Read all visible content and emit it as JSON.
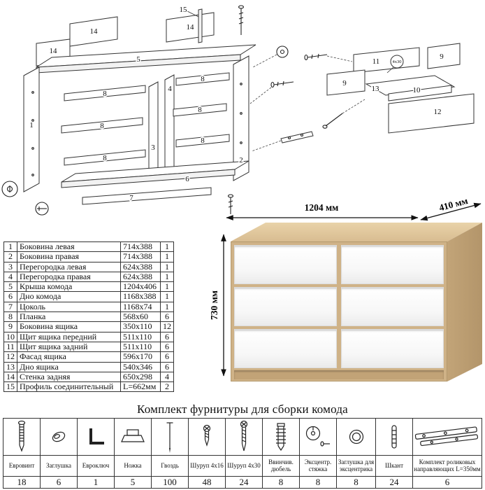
{
  "diagram": {
    "main_labels": [
      "15",
      "14",
      "14",
      "14",
      "5",
      "1",
      "4",
      "3",
      "2",
      "8",
      "8",
      "8",
      "8",
      "8",
      "8",
      "6",
      "7"
    ],
    "drawer_labels": [
      "11",
      "4x30",
      "9",
      "9",
      "13",
      "10",
      "12"
    ]
  },
  "render": {
    "dim_width": "1204 мм",
    "dim_depth": "410 мм",
    "dim_height": "730 мм"
  },
  "parts_table": {
    "rows": [
      {
        "n": "1",
        "name": "Боковина левая",
        "size": "714x388",
        "qty": "1"
      },
      {
        "n": "2",
        "name": "Боковина правая",
        "size": "714x388",
        "qty": "1"
      },
      {
        "n": "3",
        "name": "Перегородка левая",
        "size": "624x388",
        "qty": "1"
      },
      {
        "n": "4",
        "name": "Перегородка правая",
        "size": "624x388",
        "qty": "1"
      },
      {
        "n": "5",
        "name": "Крыша комода",
        "size": "1204x406",
        "qty": "1"
      },
      {
        "n": "6",
        "name": "Дно комода",
        "size": "1168x388",
        "qty": "1"
      },
      {
        "n": "7",
        "name": "Цоколь",
        "size": "1168x74",
        "qty": "1"
      },
      {
        "n": "8",
        "name": "Планка",
        "size": "568x60",
        "qty": "6"
      },
      {
        "n": "9",
        "name": "Боковина ящика",
        "size": "350x110",
        "qty": "12"
      },
      {
        "n": "10",
        "name": "Щит ящика передний",
        "size": "511x110",
        "qty": "6"
      },
      {
        "n": "11",
        "name": "Щит ящика задний",
        "size": "511x110",
        "qty": "6"
      },
      {
        "n": "12",
        "name": "Фасад ящика",
        "size": "596x170",
        "qty": "6"
      },
      {
        "n": "13",
        "name": "Дно ящика",
        "size": "540x346",
        "qty": "6"
      },
      {
        "n": "14",
        "name": "Стенка задняя",
        "size": "650x298",
        "qty": "4"
      },
      {
        "n": "15",
        "name": "Профиль соединительный",
        "size": "L=662мм",
        "qty": "2"
      }
    ]
  },
  "hardware": {
    "title": "Комплект фурнитуры для сборки комода",
    "items": [
      {
        "name": "Евровинт",
        "qty": "18",
        "icon": "confirmat-screw-icon"
      },
      {
        "name": "Заглушка",
        "qty": "6",
        "icon": "cap-icon"
      },
      {
        "name": "Евроключ",
        "qty": "1",
        "icon": "hex-key-icon"
      },
      {
        "name": "Ножка",
        "qty": "5",
        "icon": "foot-icon"
      },
      {
        "name": "Гвоздь",
        "qty": "100",
        "icon": "nail-icon"
      },
      {
        "name": "Шуруп 4x16",
        "qty": "48",
        "icon": "screw-4x16-icon"
      },
      {
        "name": "Шуруп 4x30",
        "qty": "24",
        "icon": "screw-4x30-icon"
      },
      {
        "name": "Ввинчив. дюбель",
        "qty": "8",
        "icon": "threaded-dowel-icon"
      },
      {
        "name": "Эксцентр. стяжка",
        "qty": "8",
        "icon": "cam-lock-icon"
      },
      {
        "name": "Заглушка для эксцентрика",
        "qty": "8",
        "icon": "cam-cap-icon"
      },
      {
        "name": "Шкант",
        "qty": "24",
        "icon": "wooden-dowel-icon"
      },
      {
        "name": "Комплект роликовых направляющих L=350мм",
        "qty": "6",
        "icon": "drawer-slides-icon"
      }
    ]
  },
  "colors": {
    "oak": "#cfb287",
    "oak_light": "#e9d3a9",
    "oak_dark": "#b3956a",
    "drawer_white": "#fafafa",
    "line": "#2b2b2b"
  }
}
